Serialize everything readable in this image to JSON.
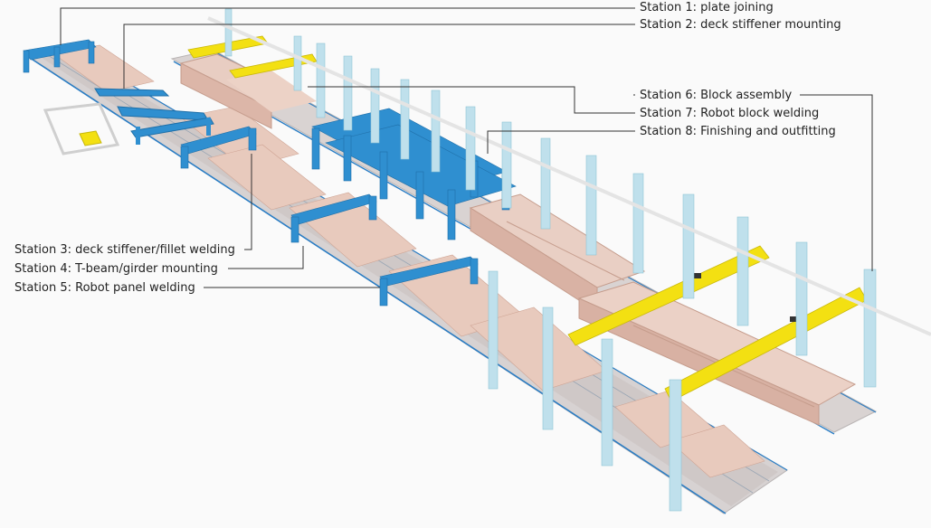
{
  "labels": {
    "station1": "Station 1: plate joining",
    "station2": "Station 2: deck stiffener mounting",
    "station3": "Station 3: deck stiffener/fillet welding",
    "station4": "Station 4: T-beam/girder mounting",
    "station5": "Station 5: Robot panel welding",
    "station6": "Station 6: Block assembly",
    "station7": "Station 7: Robot block welding",
    "station8": "Station 8: Finishing and outfitting"
  },
  "colors": {
    "gantry_blue": "#2f8fd0",
    "crane_yellow": "#f3e012",
    "steel_plate": "#e7c8bc",
    "rail_blue": "#2a7dc4",
    "column": "#bfe0ec",
    "leader_line": "#333333"
  }
}
